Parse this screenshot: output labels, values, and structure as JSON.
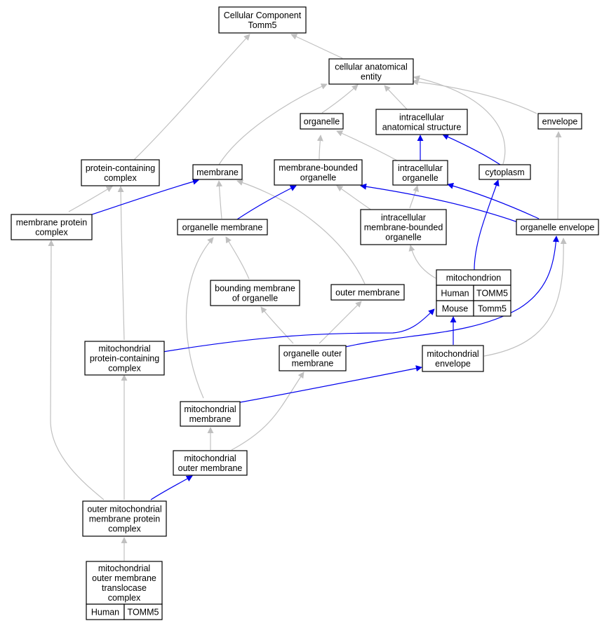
{
  "colors": {
    "human": "#ff6347",
    "mouse": "#add8e6",
    "is_a_edge": "#c0c0c0",
    "part_of_edge": "#0000ee"
  },
  "nodes": {
    "cc_tomm5": [
      "Cellular Component",
      "Tomm5"
    ],
    "cae": [
      "cellular anatomical",
      "entity"
    ],
    "organelle": [
      "organelle"
    ],
    "ias": [
      "intracellular",
      "anatomical structure"
    ],
    "envelope": [
      "envelope"
    ],
    "pcc": [
      "protein-containing",
      "complex"
    ],
    "membrane": [
      "membrane"
    ],
    "mbo": [
      "membrane-bounded",
      "organelle"
    ],
    "io": [
      "intracellular",
      "organelle"
    ],
    "cytoplasm": [
      "cytoplasm"
    ],
    "mpc": [
      "membrane protein",
      "complex"
    ],
    "om": [
      "organelle membrane"
    ],
    "imbo": [
      "intracellular",
      "membrane-bounded",
      "organelle"
    ],
    "oe": [
      "organelle envelope"
    ],
    "bmo": [
      "bounding membrane",
      "of organelle"
    ],
    "outer_membrane": [
      "outer membrane"
    ],
    "mito": [
      "mitochondrion"
    ],
    "mpcc": [
      "mitochondrial",
      "protein-containing",
      "complex"
    ],
    "oom": [
      "organelle outer",
      "membrane"
    ],
    "menv": [
      "mitochondrial",
      "envelope"
    ],
    "mmem": [
      "mitochondrial",
      "membrane"
    ],
    "mom": [
      "mitochondrial",
      "outer membrane"
    ],
    "ompc": [
      "outer mitochondrial",
      "membrane protein",
      "complex"
    ],
    "tom": [
      "mitochondrial",
      "outer membrane",
      "translocase",
      "complex"
    ]
  },
  "annotations": {
    "mito": [
      {
        "species": "Human",
        "gene": "TOMM5"
      },
      {
        "species": "Mouse",
        "gene": "Tomm5"
      }
    ],
    "tom": [
      {
        "species": "Human",
        "gene": "TOMM5"
      }
    ]
  }
}
